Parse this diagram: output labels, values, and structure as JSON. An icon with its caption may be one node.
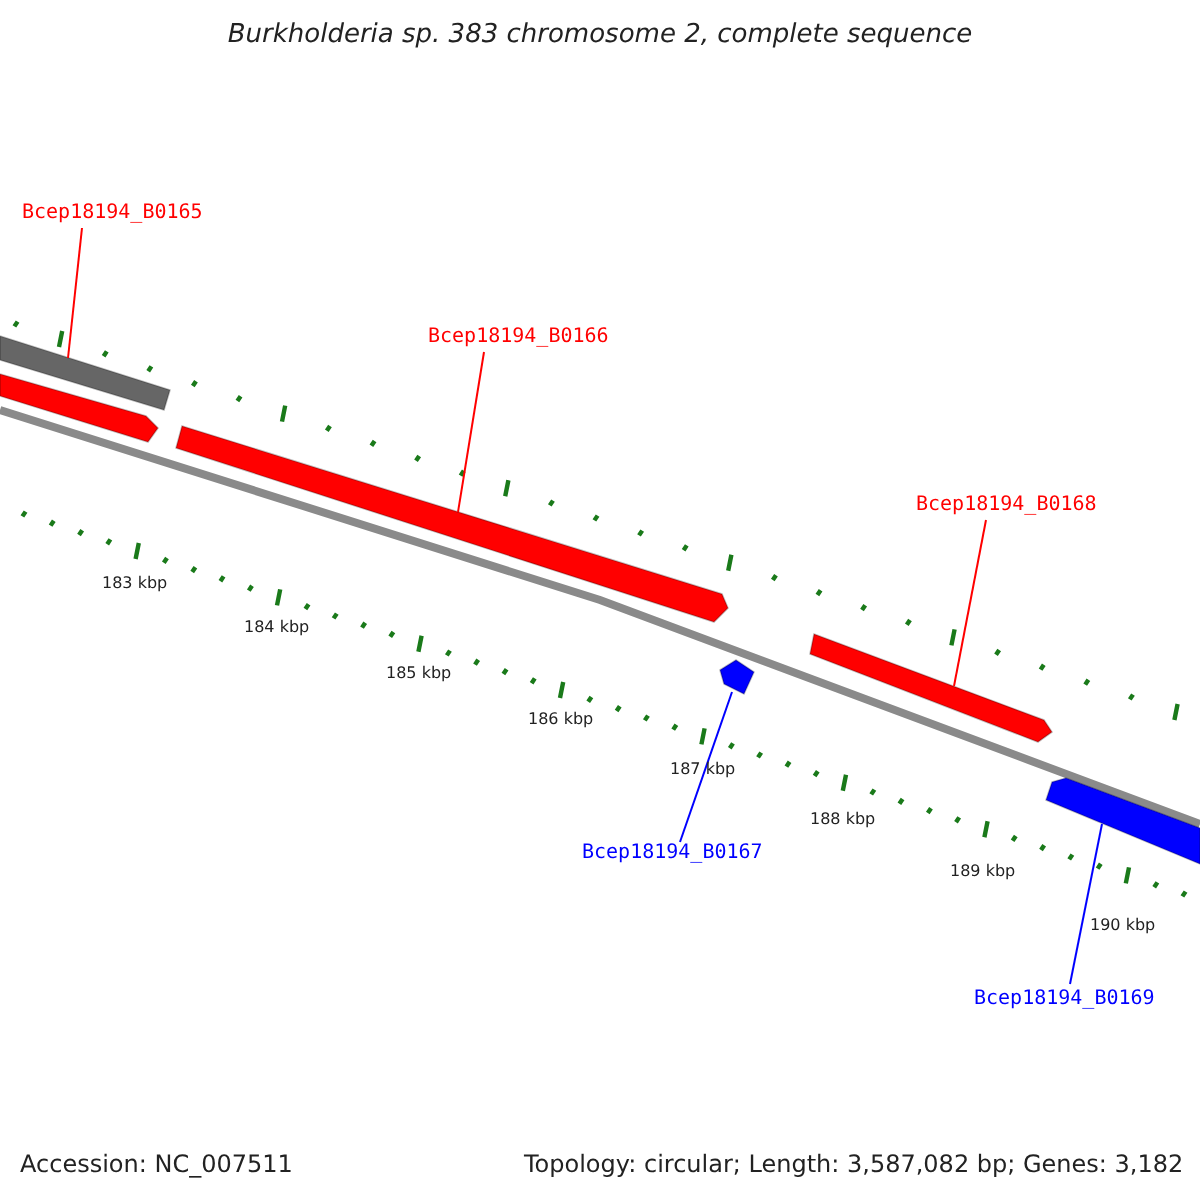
{
  "diagram": {
    "title": "Burkholderia sp. 383 chromosome 2, complete sequence",
    "nodes": [
      {
        "text": [
          "Bcep18194_B0165"
        ]
      },
      {
        "text": [
          "Bcep18194_B0166"
        ]
      },
      {
        "text": [
          "Bcep18194_B0168"
        ]
      },
      {
        "text": [
          "Bcep18194_B0167"
        ]
      },
      {
        "text": [
          "Bcep18194_B0169"
        ]
      },
      {
        "text": [],
        "shape": "bar"
      },
      {
        "text": [],
        "shape": "bar"
      },
      {
        "text": [],
        "shape": "bar"
      },
      {
        "text": [],
        "shape": "bar"
      },
      {
        "text": [],
        "shape": "bar"
      },
      {
        "text": [],
        "shape": "bar"
      }
    ],
    "edges": [
      {
        "from": 0,
        "to": 5,
        "arrow": "none"
      },
      {
        "from": 1,
        "to": 7,
        "arrow": "none"
      },
      {
        "from": 2,
        "to": 9,
        "arrow": "none"
      },
      {
        "from": 3,
        "to": 8,
        "arrow": "none",
        "color": "#0000ff"
      },
      {
        "from": 4,
        "to": 10,
        "arrow": "none",
        "color": "#0000ff"
      }
    ],
    "labels": [
      "183 kbp",
      "184 kbp",
      "185 kbp",
      "186 kbp",
      "187 kbp",
      "188 kbp",
      "189 kbp",
      "190 kbp",
      "Accession: NC_007511",
      "Topology: circular; Length: 3,587,082 bp; Genes: 3,182"
    ]
  }
}
